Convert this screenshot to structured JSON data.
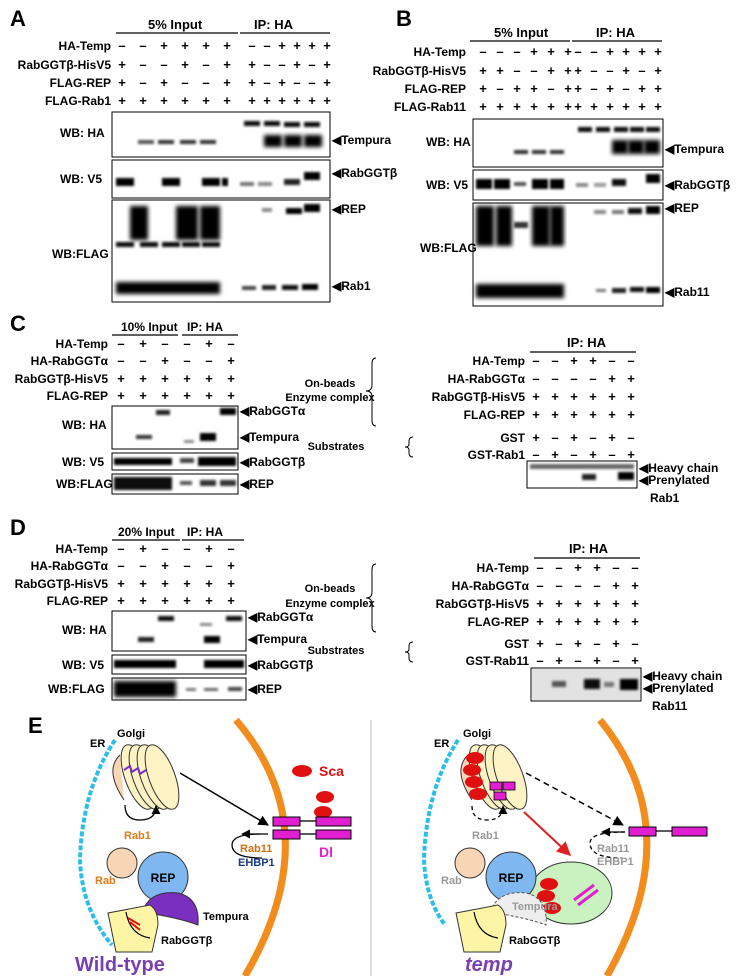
{
  "panels": {
    "A": {
      "letter": "A",
      "input_header": "5% Input",
      "ip_header": "IP: HA",
      "rows": [
        {
          "label": "HA-Temp",
          "signs": [
            "–",
            "–",
            "+",
            "+",
            "+",
            "+",
            "–",
            "–",
            "+",
            "+",
            "+",
            "+"
          ]
        },
        {
          "label": "RabGGTβ-HisV5",
          "signs": [
            "+",
            "–",
            "–",
            "+",
            "–",
            "+",
            "+",
            "–",
            "–",
            "+",
            "–",
            "+"
          ]
        },
        {
          "label": "FLAG-REP",
          "signs": [
            "+",
            "–",
            "+",
            "–",
            "–",
            "+",
            "+",
            "–",
            "+",
            "–",
            "–",
            "+"
          ]
        },
        {
          "label": "FLAG-Rab1",
          "signs": [
            "+",
            "+",
            "+",
            "+",
            "+",
            "+",
            "+",
            "+",
            "+",
            "+",
            "+",
            "+"
          ]
        }
      ],
      "blots": [
        {
          "wb": "WB: HA",
          "arrows": [
            "Tempura"
          ]
        },
        {
          "wb": "WB: V5",
          "arrows": [
            "RabGGTβ"
          ]
        },
        {
          "wb": "WB:FLAG",
          "arrows": [
            "REP",
            "Rab1"
          ]
        }
      ]
    },
    "B": {
      "letter": "B",
      "input_header": "5% Input",
      "ip_header": "IP: HA",
      "rows": [
        {
          "label": "HA-Temp",
          "signs": [
            "–",
            "–",
            "–",
            "+",
            "+",
            "+",
            "–",
            "–",
            "+",
            "+",
            "+",
            "+"
          ]
        },
        {
          "label": "RabGGTβ-HisV5",
          "signs": [
            "+",
            "+",
            "–",
            "–",
            "+",
            "+",
            "+",
            "–",
            "–",
            "+",
            "–",
            "+"
          ]
        },
        {
          "label": "FLAG-REP",
          "signs": [
            "+",
            "–",
            "+",
            "+",
            "–",
            "+",
            "+",
            "–",
            "+",
            "–",
            "+",
            "+"
          ]
        },
        {
          "label": "FLAG-Rab11",
          "signs": [
            "+",
            "+",
            "+",
            "+",
            "+",
            "+",
            "+",
            "+",
            "+",
            "+",
            "+",
            "+"
          ]
        }
      ],
      "blots": [
        {
          "wb": "WB: HA",
          "arrows": [
            "Tempura"
          ]
        },
        {
          "wb": "WB: V5",
          "arrows": [
            "RabGGTβ"
          ]
        },
        {
          "wb": "WB:FLAG",
          "arrows": [
            "REP",
            "Rab11"
          ]
        }
      ]
    },
    "C": {
      "letter": "C",
      "input_header": "10% Input",
      "ip_header": "IP: HA",
      "rows": [
        {
          "label": "HA-Temp",
          "signs": [
            "–",
            "+",
            "–",
            "–",
            "+",
            "–"
          ]
        },
        {
          "label": "HA-RabGGTα",
          "signs": [
            "–",
            "–",
            "+",
            "–",
            "–",
            "+"
          ]
        },
        {
          "label": "RabGGTβ-HisV5",
          "signs": [
            "+",
            "+",
            "+",
            "+",
            "+",
            "+"
          ]
        },
        {
          "label": "FLAG-REP",
          "signs": [
            "+",
            "+",
            "+",
            "+",
            "+",
            "+"
          ]
        }
      ],
      "blots": [
        {
          "wb": "WB: HA",
          "arrows": [
            "RabGGTα",
            "Tempura"
          ]
        },
        {
          "wb": "WB: V5",
          "arrows": [
            "RabGGTβ"
          ]
        },
        {
          "wb": "WB:FLAG",
          "arrows": [
            "REP"
          ]
        }
      ],
      "assay": {
        "ip_header": "IP: HA",
        "group1": [
          "On-beads",
          "Enzyme complex"
        ],
        "group2": "Substrates",
        "rows": [
          {
            "label": "HA-Temp",
            "signs": [
              "–",
              "–",
              "+",
              "+",
              "–",
              "–"
            ]
          },
          {
            "label": "HA-RabGGTα",
            "signs": [
              "–",
              "–",
              "–",
              "–",
              "+",
              "+"
            ]
          },
          {
            "label": "RabGGTβ-HisV5",
            "signs": [
              "+",
              "+",
              "+",
              "+",
              "+",
              "+"
            ]
          },
          {
            "label": "FLAG-REP",
            "signs": [
              "+",
              "+",
              "+",
              "+",
              "+",
              "+"
            ]
          },
          {
            "label": "GST",
            "signs": [
              "+",
              "–",
              "+",
              "–",
              "+",
              "–"
            ]
          },
          {
            "label": "GST-Rab1",
            "signs": [
              "–",
              "+",
              "–",
              "+",
              "–",
              "+"
            ]
          }
        ],
        "arrows": [
          "Heavy chain",
          "Prenylated",
          "Rab1"
        ]
      }
    },
    "D": {
      "letter": "D",
      "input_header": "20% Input",
      "ip_header": "IP: HA",
      "rows": [
        {
          "label": "HA-Temp",
          "signs": [
            "–",
            "+",
            "–",
            "–",
            "+",
            "–"
          ]
        },
        {
          "label": "HA-RabGGTα",
          "signs": [
            "–",
            "–",
            "+",
            "–",
            "–",
            "+"
          ]
        },
        {
          "label": "RabGGTβ-HisV5",
          "signs": [
            "+",
            "+",
            "+",
            "+",
            "+",
            "+"
          ]
        },
        {
          "label": "FLAG-REP",
          "signs": [
            "+",
            "+",
            "+",
            "+",
            "+",
            "+"
          ]
        }
      ],
      "blots": [
        {
          "wb": "WB: HA",
          "arrows": [
            "RabGGTα",
            "Tempura"
          ]
        },
        {
          "wb": "WB: V5",
          "arrows": [
            "RabGGTβ"
          ]
        },
        {
          "wb": "WB:FLAG",
          "arrows": [
            "REP"
          ]
        }
      ],
      "assay": {
        "ip_header": "IP: HA",
        "group1": [
          "On-beads",
          "Enzyme complex"
        ],
        "group2": "Substrates",
        "rows": [
          {
            "label": "HA-Temp",
            "signs": [
              "–",
              "–",
              "+",
              "+",
              "–",
              "–"
            ]
          },
          {
            "label": "HA-RabGGTα",
            "signs": [
              "–",
              "–",
              "–",
              "–",
              "+",
              "+"
            ]
          },
          {
            "label": "RabGGTβ-HisV5",
            "signs": [
              "+",
              "+",
              "+",
              "+",
              "+",
              "+"
            ]
          },
          {
            "label": "FLAG-REP",
            "signs": [
              "+",
              "+",
              "+",
              "+",
              "+",
              "+"
            ]
          },
          {
            "label": "GST",
            "signs": [
              "+",
              "–",
              "+",
              "–",
              "+",
              "–"
            ]
          },
          {
            "label": "GST-Rab11",
            "signs": [
              "–",
              "+",
              "–",
              "+",
              "–",
              "+"
            ]
          }
        ],
        "arrows": [
          "Heavy chain",
          "Prenylated",
          "Rab11"
        ]
      }
    },
    "E": {
      "letter": "E",
      "wt": {
        "er": "ER",
        "golgi": "Golgi",
        "sca": "Sca",
        "dl": "Dl",
        "rab1": "Rab1",
        "rab11": "Rab11",
        "ehbp1": "EHBP1",
        "rab": "Rab",
        "rep": "REP",
        "tempura": "Tempura",
        "rabggt": "RabGGTβ",
        "caption": "Wild-type"
      },
      "mut": {
        "er": "ER",
        "golgi": "Golgi",
        "rab1": "Rab1",
        "rab11": "Rab11",
        "ehbp1": "EHBP1",
        "rab": "Rab",
        "rep": "REP",
        "tempura": "Tempura",
        "rabggt": "RabGGTβ",
        "caption": "temp"
      }
    }
  },
  "colors": {
    "cell_membrane": "#f28c1c",
    "er": "#2bbfe8",
    "golgi": "#fdf3c4",
    "rep": "#7fb8f0",
    "rab": "#f7d5b5",
    "tempura": "#7a2fc0",
    "rabggt": "#fdf5a6",
    "delta": "#e020d0",
    "sca": "#e01010",
    "rab1_label": "#e07a1a",
    "rab11_label": "#d07010",
    "ehbp1_label": "#1a3a8a",
    "caption": "#7a3fb0",
    "vesicle": "#c9f2c0"
  }
}
